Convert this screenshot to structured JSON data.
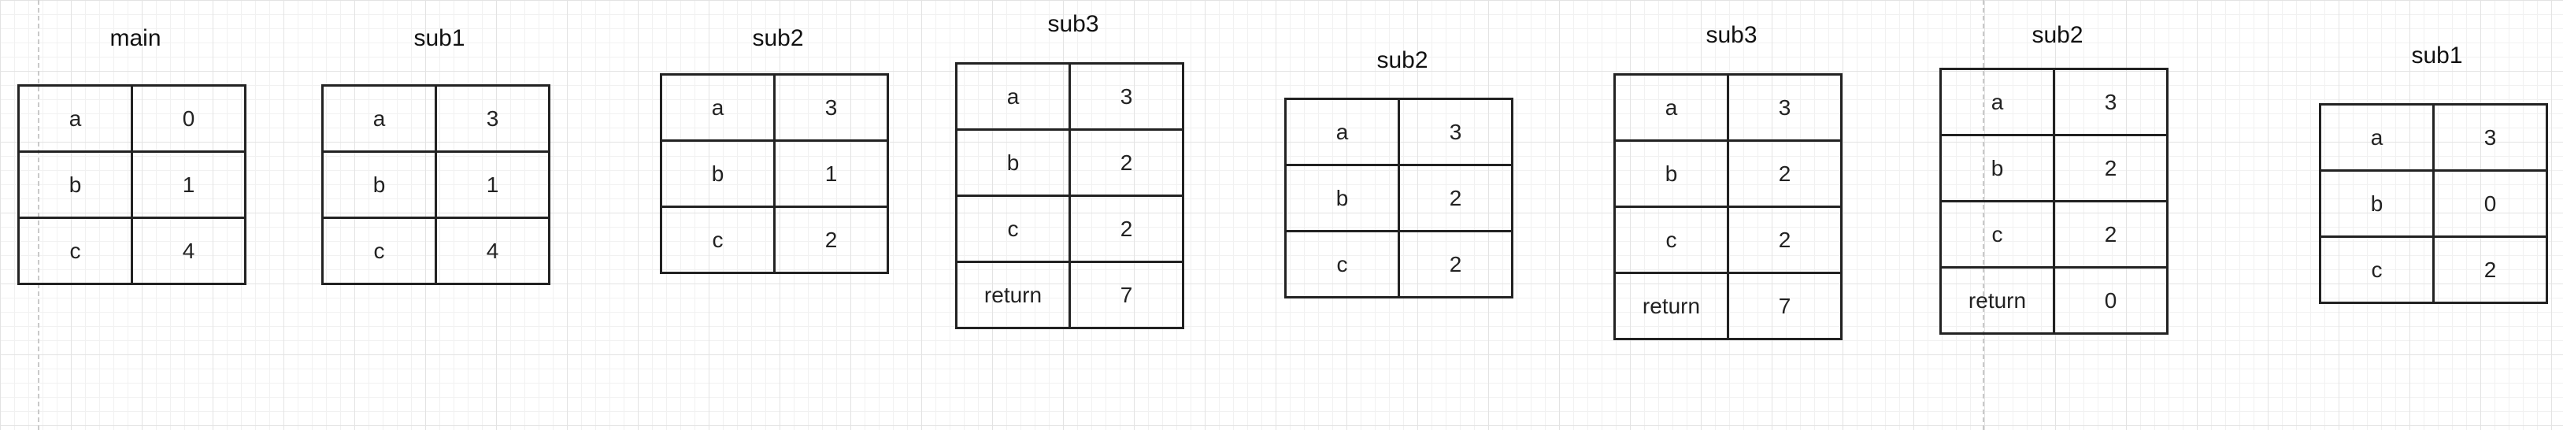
{
  "frames": [
    {
      "label": "main",
      "rows": [
        [
          "a",
          "0"
        ],
        [
          "b",
          "1"
        ],
        [
          "c",
          "4"
        ]
      ]
    },
    {
      "label": "sub1",
      "rows": [
        [
          "a",
          "3"
        ],
        [
          "b",
          "1"
        ],
        [
          "c",
          "4"
        ]
      ]
    },
    {
      "label": "sub2",
      "rows": [
        [
          "a",
          "3"
        ],
        [
          "b",
          "1"
        ],
        [
          "c",
          "2"
        ]
      ]
    },
    {
      "label": "sub3",
      "rows": [
        [
          "a",
          "3"
        ],
        [
          "b",
          "2"
        ],
        [
          "c",
          "2"
        ],
        [
          "return",
          "7"
        ]
      ]
    },
    {
      "label": "sub2",
      "rows": [
        [
          "a",
          "3"
        ],
        [
          "b",
          "2"
        ],
        [
          "c",
          "2"
        ]
      ]
    },
    {
      "label": "sub3",
      "rows": [
        [
          "a",
          "3"
        ],
        [
          "b",
          "2"
        ],
        [
          "c",
          "2"
        ],
        [
          "return",
          "7"
        ]
      ]
    },
    {
      "label": "sub2",
      "rows": [
        [
          "a",
          "3"
        ],
        [
          "b",
          "2"
        ],
        [
          "c",
          "2"
        ],
        [
          "return",
          "0"
        ]
      ]
    },
    {
      "label": "sub1",
      "rows": [
        [
          "a",
          "3"
        ],
        [
          "b",
          "0"
        ],
        [
          "c",
          "2"
        ]
      ]
    }
  ]
}
